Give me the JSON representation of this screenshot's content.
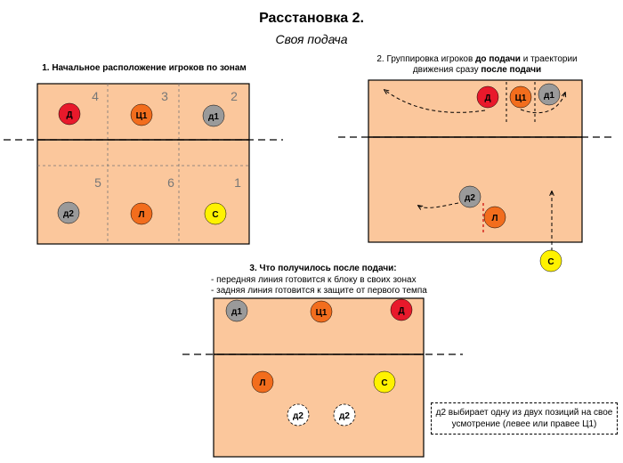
{
  "header": {
    "title": "Расстановка 2.",
    "subtitle": "Своя подача"
  },
  "panel1": {
    "caption": "1. Начальное расположение игроков по зонам",
    "zones": [
      "4",
      "3",
      "2",
      "5",
      "6",
      "1"
    ],
    "players": [
      {
        "label": "Д",
        "color": "#e8192b"
      },
      {
        "label": "Ц1",
        "color": "#f26d1d"
      },
      {
        "label": "д1",
        "color": "#9a9a9a"
      },
      {
        "label": "д2",
        "color": "#9a9a9a"
      },
      {
        "label": "Л",
        "color": "#f26d1d"
      },
      {
        "label": "С",
        "color": "#fff200"
      }
    ]
  },
  "panel2": {
    "caption_parts": [
      "2. Группировка игроков ",
      "до подачи",
      " и траектории",
      "движения сразу ",
      "после подачи"
    ],
    "players": [
      {
        "label": "Д",
        "color": "#e8192b"
      },
      {
        "label": "Ц1",
        "color": "#f26d1d"
      },
      {
        "label": "д1",
        "color": "#9a9a9a"
      },
      {
        "label": "д2",
        "color": "#9a9a9a"
      },
      {
        "label": "Л",
        "color": "#f26d1d"
      },
      {
        "label": "С",
        "color": "#fff200"
      }
    ]
  },
  "panel3": {
    "caption_title": "3. Что получилось после подачи:",
    "caption_lines": [
      "- передняя линия готовится к блоку в своих зонах",
      "- задняя линия готовится к защите от первого темпа"
    ],
    "players": [
      {
        "label": "д1",
        "color": "#9a9a9a"
      },
      {
        "label": "Ц1",
        "color": "#f26d1d"
      },
      {
        "label": "Д",
        "color": "#e8192b"
      },
      {
        "label": "Л",
        "color": "#f26d1d"
      },
      {
        "label": "С",
        "color": "#fff200"
      },
      {
        "label": "д2",
        "color": "#ffffff"
      },
      {
        "label": "д2",
        "color": "#ffffff"
      }
    ],
    "note": "д2 выбирает одну из двух позиций на свое усмотрение (левее или правее Ц1)"
  },
  "court_color": "#fbc79c"
}
